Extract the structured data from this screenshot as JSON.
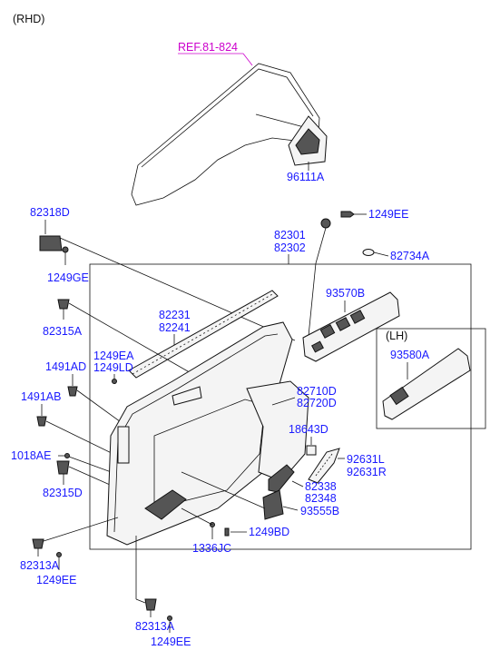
{
  "variant": "(RHD)",
  "reference": "REF.81-824",
  "lh_box_label": "(LH)",
  "parts": {
    "p96111A": "96111A",
    "p82318D": "82318D",
    "p1249EE_top": "1249EE",
    "p82301": "82301",
    "p82302": "82302",
    "p82734A": "82734A",
    "p1249GE": "1249GE",
    "p93570B": "93570B",
    "p82231": "82231",
    "p82241": "82241",
    "p82315A": "82315A",
    "p1249EA": "1249EA",
    "p1249LD": "1249LD",
    "p1491AD": "1491AD",
    "p93580A": "93580A",
    "p1491AB": "1491AB",
    "p82710D": "82710D",
    "p82720D": "82720D",
    "p18643D": "18643D",
    "p1018AE": "1018AE",
    "p92631L": "92631L",
    "p92631R": "92631R",
    "p82315D": "82315D",
    "p82338": "82338",
    "p82348": "82348",
    "p93555B": "93555B",
    "p1249BD": "1249BD",
    "p1336JC": "1336JC",
    "p82313A_left": "82313A",
    "p1249EE_left": "1249EE",
    "p82313A_bottom": "82313A",
    "p1249EE_bottom": "1249EE"
  }
}
